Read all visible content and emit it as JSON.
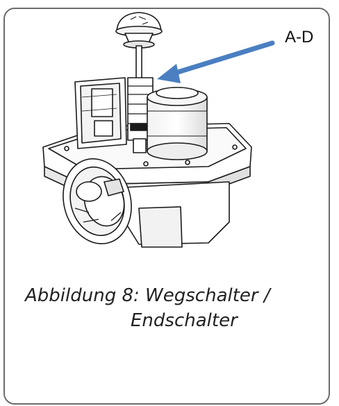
{
  "header": {
    "title_fragment": "…"
  },
  "figure": {
    "callout_label": "A-D",
    "image_description": "Actuator with cover removed showing limit switches A-D",
    "arrow_color": "#4a7fc1"
  },
  "caption": {
    "line1": "Abbildung 8: Wegschalter /",
    "line2": "Endschalter"
  }
}
